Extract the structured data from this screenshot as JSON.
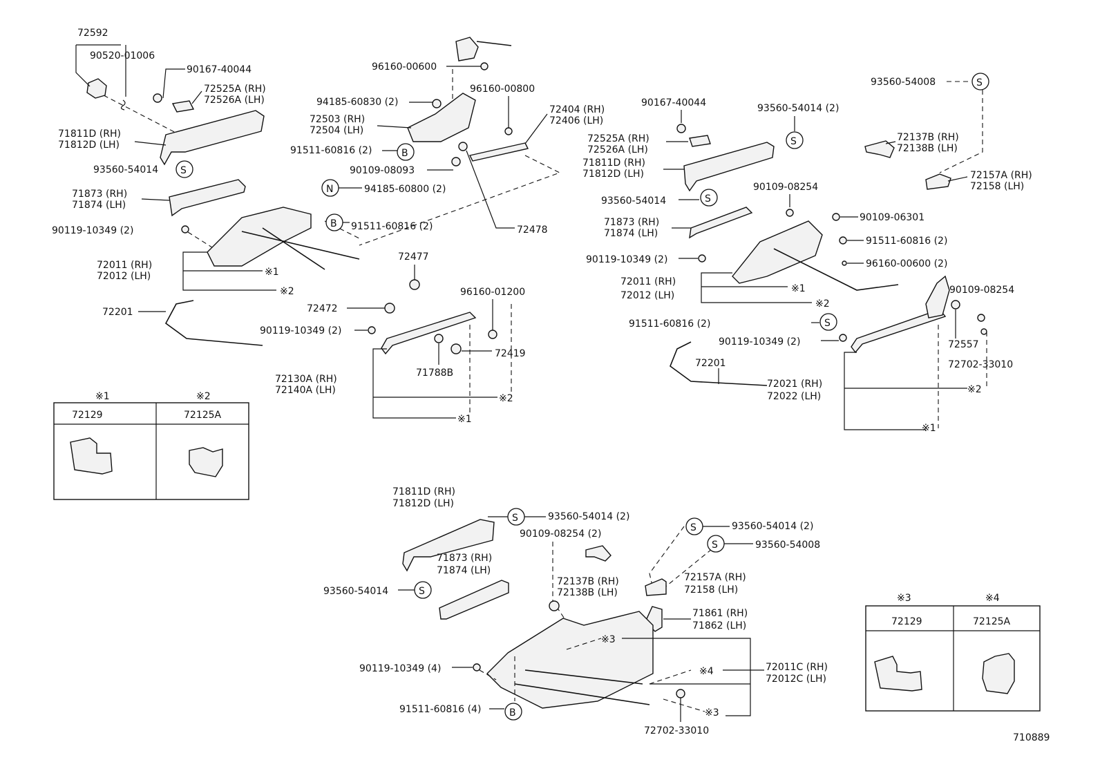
{
  "diagram_code": "710889",
  "top_left": {
    "l_72592": "72592",
    "l_90520": "90520-01006",
    "l_90167": "90167-40044",
    "l_72525": "72525A (RH)",
    "l_72526": "72526A (LH)",
    "l_71811": "71811D (RH)",
    "l_71812": "71812D (LH)",
    "l_93560": "93560-54014",
    "l_71873": "71873 (RH)",
    "l_71874": "71874 (LH)",
    "l_90119a": "90119-10349 (2)",
    "l_72011": "72011 (RH)",
    "l_72012": "72012 (LH)",
    "ref1": "※1",
    "ref2": "※2",
    "l_72201": "72201",
    "l_90119b": "90119-10349 (2)",
    "l_72472": "72472",
    "l_72477": "72477",
    "l_96160_1200": "96160-01200",
    "l_72419": "72419",
    "l_71788": "71788B",
    "l_72130": "72130A (RH)",
    "l_72140": "72140A (LH)",
    "ref2b": "※2",
    "ref1b": "※1",
    "l_96160_600": "96160-00600",
    "l_94185_830": "94185-60830 (2)",
    "l_72503": "72503 (RH)",
    "l_72504": "72504 (LH)",
    "l_91511a": "91511-60816 (2)",
    "l_90109": "90109-08093",
    "l_96160_800": "96160-00800",
    "l_72404": "72404 (RH)",
    "l_72406": "72406 (LH)",
    "l_94185_800": "94185-60800 (2)",
    "l_91511b": "91511-60816 (2)",
    "l_72478": "72478",
    "sym_S": "S",
    "sym_B": "B",
    "sym_N": "N"
  },
  "table1": {
    "h1": "※1",
    "h2": "※2",
    "c1": "72129",
    "c2": "72125A"
  },
  "top_right": {
    "l_93560_8": "93560-54008",
    "l_90167": "90167-40044",
    "l_93560_14": "93560-54014 (2)",
    "l_72525": "72525A (RH)",
    "l_72526": "72526A (LH)",
    "l_71811": "71811D (RH)",
    "l_71812": "71812D (LH)",
    "l_72137": "72137B (RH)",
    "l_72138": "72138B (LH)",
    "l_72157": "72157A (RH)",
    "l_72158": "72158  (LH)",
    "l_90109a": "90109-08254",
    "l_93560_14b": "93560-54014",
    "l_71873": "71873 (RH)",
    "l_71874": "71874 (LH)",
    "l_90109_6301": "90109-06301",
    "l_91511a": "91511-60816 (2)",
    "l_90119a": "90119-10349 (2)",
    "l_96160": "96160-00600 (2)",
    "l_72011": "72011 (RH)",
    "l_72012": "72012 (LH)",
    "ref1": "※1",
    "ref2": "※2",
    "l_90109b": "90109-08254",
    "l_91511b": "91511-60816 (2)",
    "l_90119b": "90119-10349 (2)",
    "l_72557": "72557",
    "l_72702": "72702-33010",
    "l_72201": "72201",
    "l_72021": "72021 (RH)",
    "l_72022": "72022 (LH)",
    "ref2b": "※2",
    "ref1b": "※1"
  },
  "bottom": {
    "l_71811": "71811D (RH)",
    "l_71812": "71812D (LH)",
    "l_93560_14a": "93560-54014 (2)",
    "l_90109": "90109-08254 (2)",
    "l_93560_14b": "93560-54014 (2)",
    "l_93560_8": "93560-54008",
    "l_71873": "71873 (RH)",
    "l_71874": "71874 (LH)",
    "l_93560_14c": "93560-54014",
    "l_72137": "72137B (RH)",
    "l_72138": "72138B (LH)",
    "l_72157": "72157A (RH)",
    "l_72158": "72158   (LH)",
    "l_71861": "71861 (RH)",
    "l_71862": "71862 (LH)",
    "ref3a": "※3",
    "ref4": "※4",
    "ref3b": "※3",
    "l_72011c": "72011C (RH)",
    "l_72012c": "72012C (LH)",
    "l_90119": "90119-10349 (4)",
    "l_91511": "91511-60816 (4)",
    "l_72702": "72702-33010"
  },
  "table2": {
    "h3": "※3",
    "h4": "※4",
    "c1": "72129",
    "c2": "72125A"
  }
}
